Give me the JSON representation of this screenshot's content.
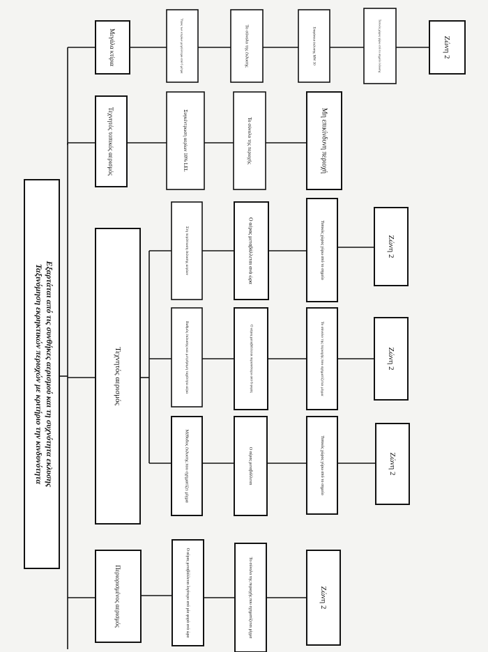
{
  "root": {
    "lines": [
      "Ταξινόμηση εκρηκτικών περιοχών με κριτήριο την κινδυνότητα",
      "Εξαρτάται από τις συνθήκες αερισμού και τη συχνότητα εκλυσης"
    ]
  },
  "branches": [
    {
      "category": "Περιορισμένος αερισμός",
      "condition": "Ο αέρας μεταβάλλεται λιγότερο από μία φορά ανά ώρα",
      "gas_note": "Το σύνολο της περιοχής που σχηματίζεται μίγμα",
      "gas_zone": "",
      "zone": "Ζώνη 2"
    },
    {
      "category": "Τεχνητός αερισμός",
      "sub": [
        {
          "condition": "Μέθοδος έκλυσης που σχηματίζει μίγμα",
          "gas_note": "Ο αέρας μεταβάλλεται",
          "gas_zone": "Τοπικός χώρος γύρω από το σημείο",
          "zone": "Ζώνη 2"
        },
        {
          "condition": "Βαθμός έκλυσης και μετρήσιμη ταχύτητα αέρα",
          "gas_note": "Ο αέρας μεταβάλλεται περισσότερο από 6 φορές",
          "gas_zone": "Το σύνολο της περιοχής που σχηματίζεται μίγμα",
          "zone": "Ζώνη 2"
        },
        {
          "condition": "Στη περίπτωση έκλυσης αερίων",
          "gas_note": "Ο αέρας μεταβάλλεται ανά ώρα",
          "gas_zone": "Τοπικός χώρος γύρω από το σημείο",
          "zone": "Ζώνη 2"
        }
      ]
    },
    {
      "category": "Τεχνητός τοπικός αερισμός",
      "condition": "Συγκέντρωση αερίων 10% LEL",
      "gas_note": "Το σύνολο της περιοχής",
      "gas_zone": "Μη επικίνδυνη περιοχή",
      "zone": ""
    },
    {
      "category": "Μεγάλα κτίρια",
      "condition": "Ύψος των κτιρίων μεγαλύτερο από 6 μέτρα",
      "gas_note": "Το σύνολο της έκλυσης",
      "gas_zone": "Επιφάνεια έκλυσης MW 30",
      "extra": "Τοπικός χώρος γύρω από το σημείο έκλυσης",
      "zone": "Ζώνη 2"
    }
  ]
}
